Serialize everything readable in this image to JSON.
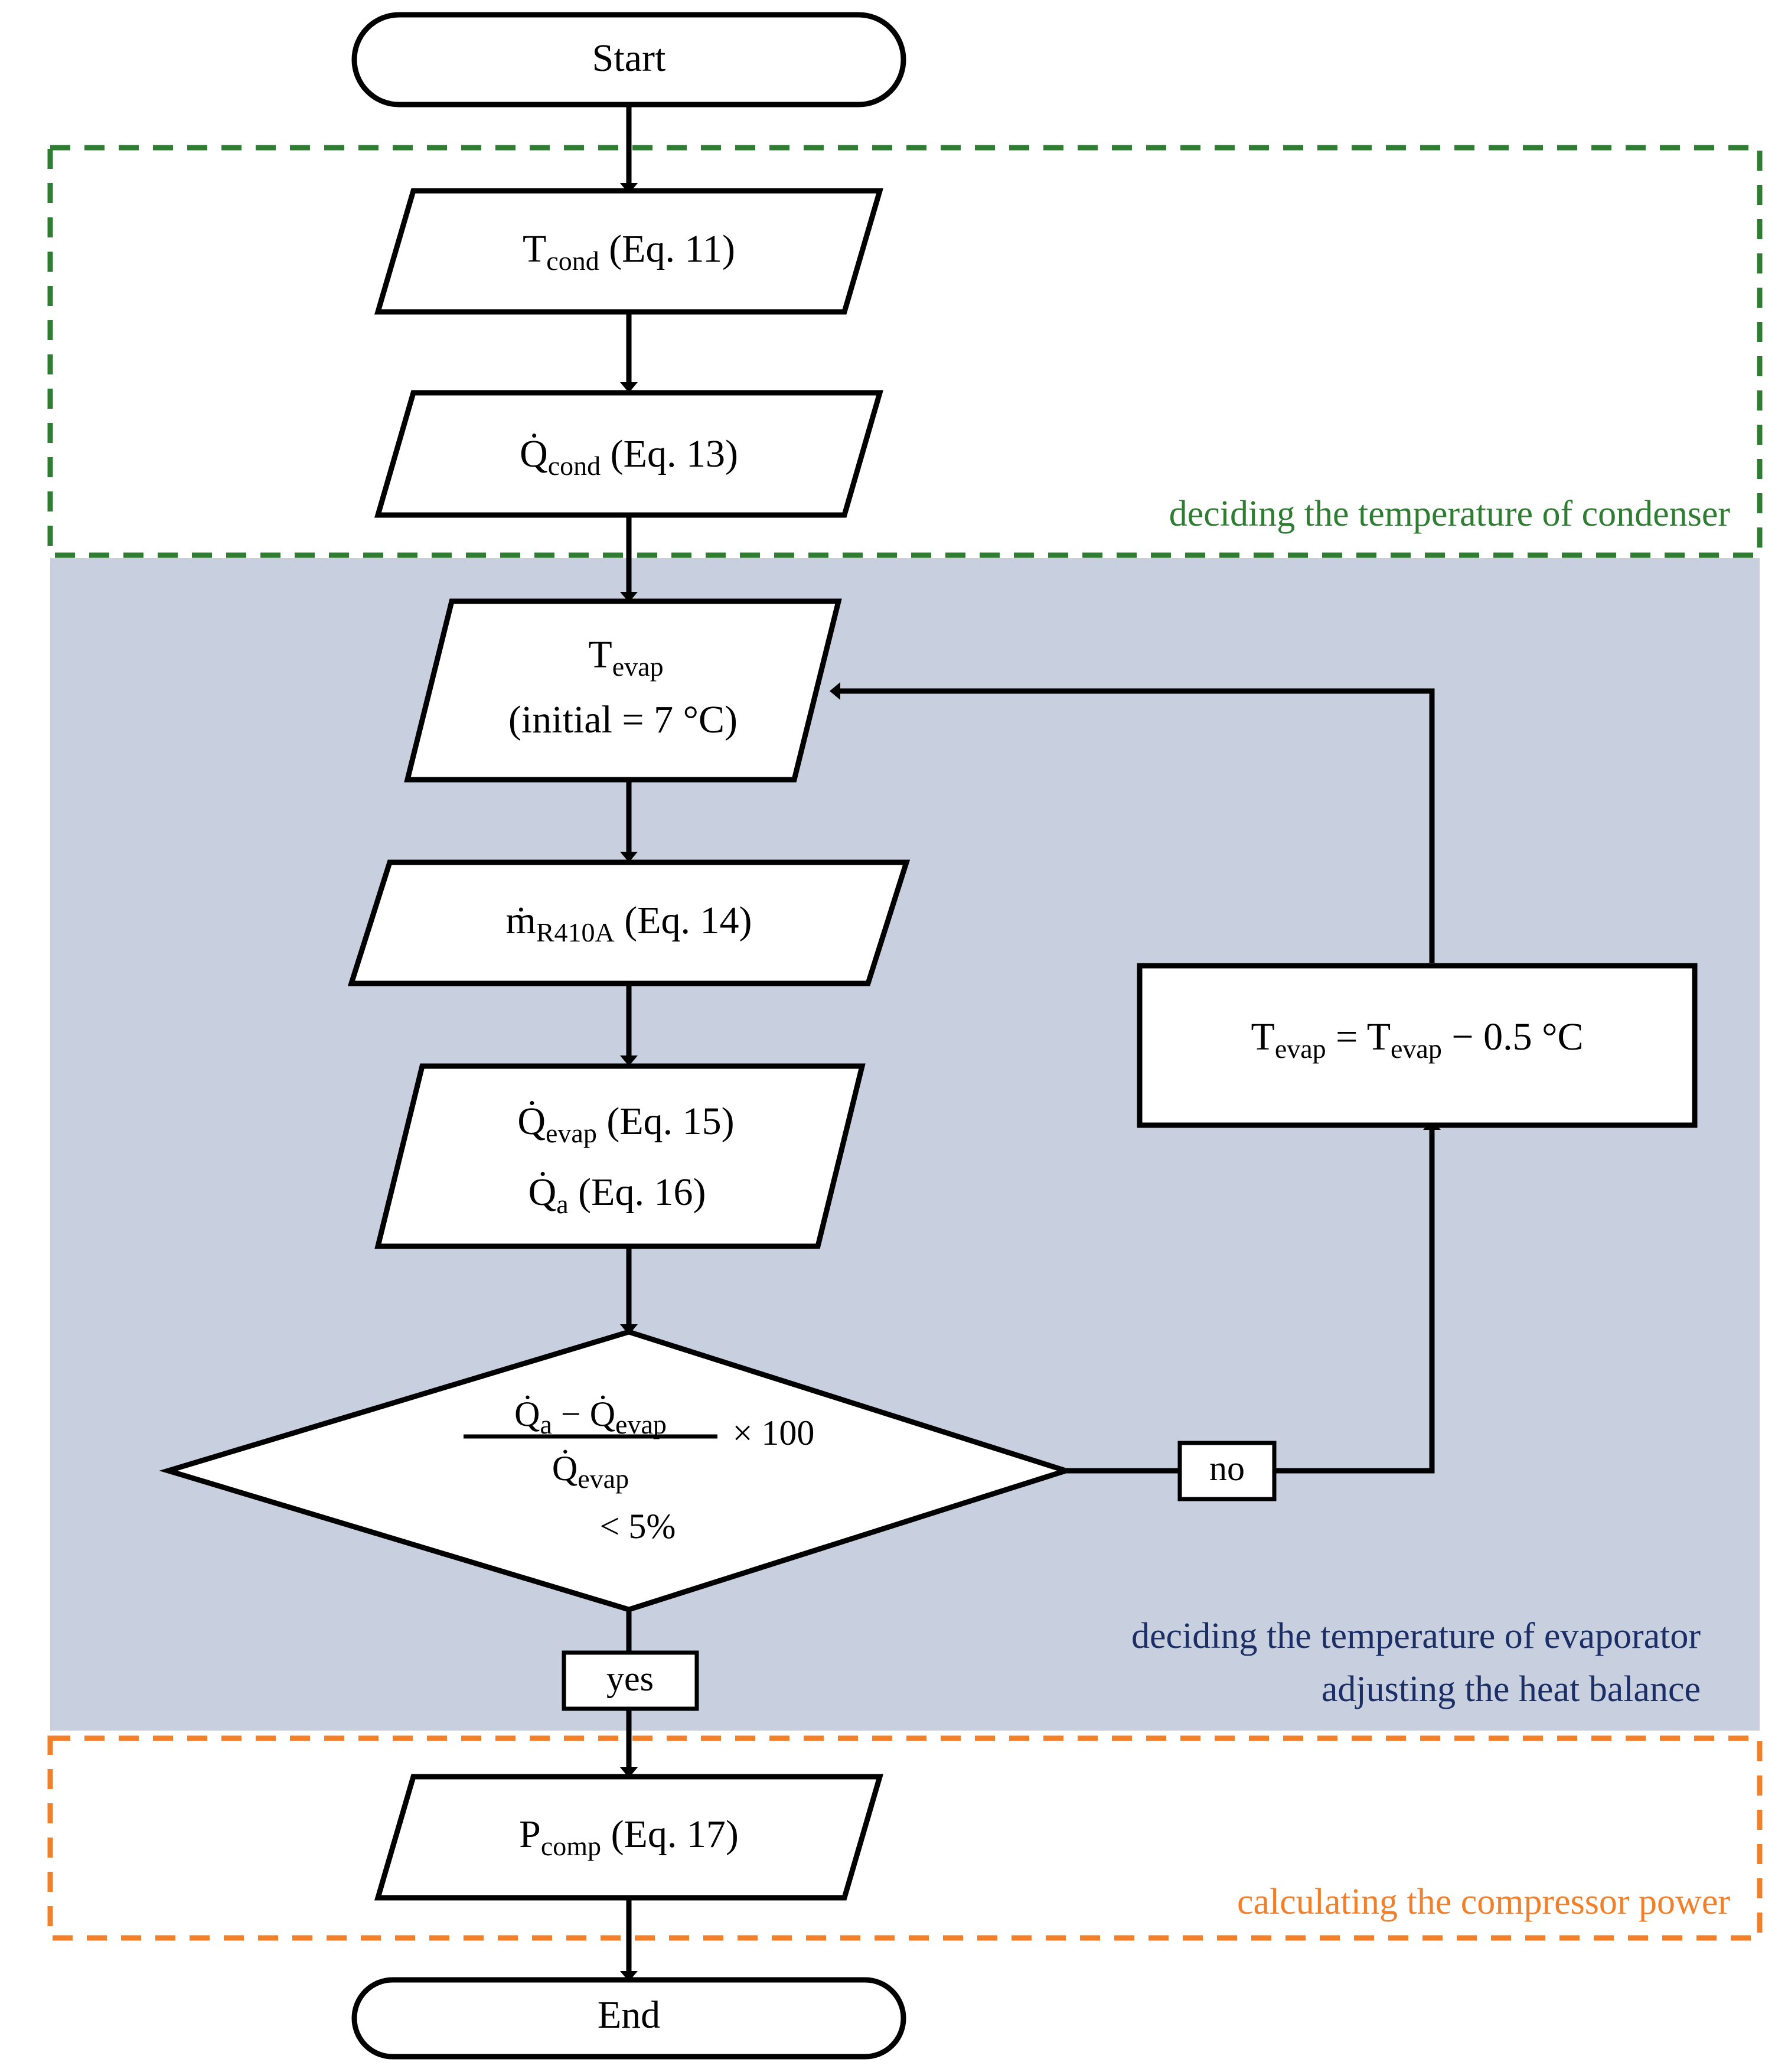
{
  "diagram": {
    "title": "Refrigeration cycle calculation flowchart",
    "colors": {
      "green_group": "#2e7d32",
      "navy_group": "#1b2f66",
      "orange_group": "#f2802b",
      "blue_region_fill": "#c8d0e0",
      "stroke": "#000000",
      "node_fill": "#ffffff"
    }
  },
  "nodes": {
    "start": {
      "label": "Start",
      "shape": "terminator"
    },
    "t_cond": {
      "label": "T",
      "sub": "cond",
      "tail": " (Eq. 11)",
      "shape": "parallelogram"
    },
    "q_cond": {
      "label": "Q̇",
      "sub": "cond",
      "tail": " (Eq. 13)",
      "shape": "parallelogram"
    },
    "t_evap": {
      "line1_base": "T",
      "line1_sub": "evap",
      "line2": "(initial = 7 °C)",
      "shape": "parallelogram"
    },
    "m_r410a": {
      "label": "ṁ",
      "sub": "R410A",
      "tail": " (Eq. 14)",
      "shape": "parallelogram"
    },
    "q_evap": {
      "line1_base": "Q̇",
      "line1_sub": "evap",
      "line1_tail": " (Eq. 15)",
      "line2_base": "Q̇",
      "line2_sub": "a",
      "line2_tail": " (Eq. 16)",
      "shape": "parallelogram"
    },
    "decision": {
      "numerator_a": "Q̇",
      "numerator_a_sub": "a",
      "numerator_op": " − ",
      "numerator_b": "Q̇",
      "numerator_b_sub": "evap",
      "denominator": "Q̇",
      "denominator_sub": "evap",
      "multiplier": "× 100",
      "threshold": "< 5%",
      "shape": "diamond"
    },
    "t_evap_update": {
      "lhs": "T",
      "lhs_sub": "evap",
      "eq": " = ",
      "rhs": "T",
      "rhs_sub": "evap",
      "tail": " − 0.5 °C",
      "shape": "rectangle"
    },
    "p_comp": {
      "label": "P",
      "sub": "comp",
      "tail": " (Eq. 17)",
      "shape": "parallelogram"
    },
    "end": {
      "label": "End",
      "shape": "terminator"
    }
  },
  "edge_labels": {
    "yes": "yes",
    "no": "no"
  },
  "groups": {
    "condenser": {
      "label": "deciding the temperature of condenser",
      "style": "dashed-green"
    },
    "evaporator": {
      "label_line1": "deciding the temperature of evaporator",
      "label_line2": "adjusting the heat balance",
      "style": "filled-blue"
    },
    "compressor": {
      "label": "calculating the compressor power",
      "style": "dashed-orange"
    }
  }
}
